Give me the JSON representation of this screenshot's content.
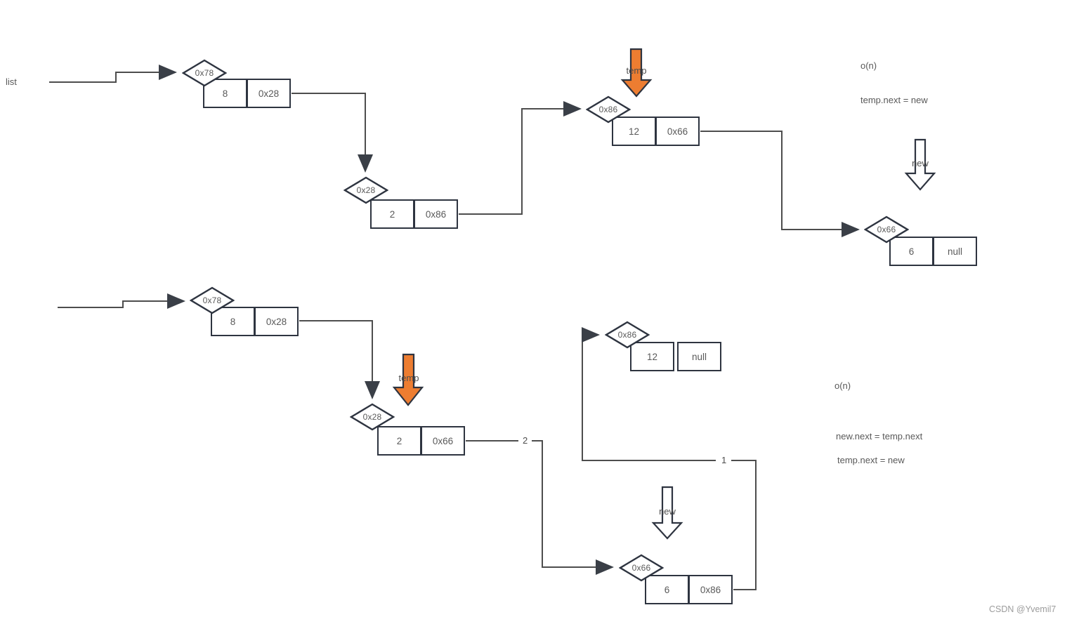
{
  "watermark": "CSDN @Yvemil7",
  "colors": {
    "accent_orange": "#ED7D31",
    "shape_border": "#2e3440",
    "wire": "#4d4d4d",
    "text": "#595959"
  },
  "top": {
    "list_label": "list",
    "temp_label": "temp",
    "new_label": "new",
    "complexity": "o(n)",
    "operations": [
      "temp.next = new"
    ],
    "nodes": [
      {
        "addr": "0x78",
        "value": "8",
        "next": "0x28"
      },
      {
        "addr": "0x28",
        "value": "2",
        "next": "0x86"
      },
      {
        "addr": "0x86",
        "value": "12",
        "next": "0x66"
      },
      {
        "addr": "0x66",
        "value": "6",
        "next": "null"
      }
    ]
  },
  "bottom": {
    "temp_label": "temp",
    "new_label": "new",
    "complexity": "o(n)",
    "operations": [
      "new.next = temp.next",
      "temp.next = new"
    ],
    "step1_label": "1",
    "step2_label": "2",
    "nodes": [
      {
        "addr": "0x78",
        "value": "8",
        "next": "0x28"
      },
      {
        "addr": "0x28",
        "value": "2",
        "next": "0x66"
      },
      {
        "addr": "0x86",
        "value": "12",
        "next": "null"
      },
      {
        "addr": "0x66",
        "value": "6",
        "next": "0x86"
      }
    ]
  }
}
